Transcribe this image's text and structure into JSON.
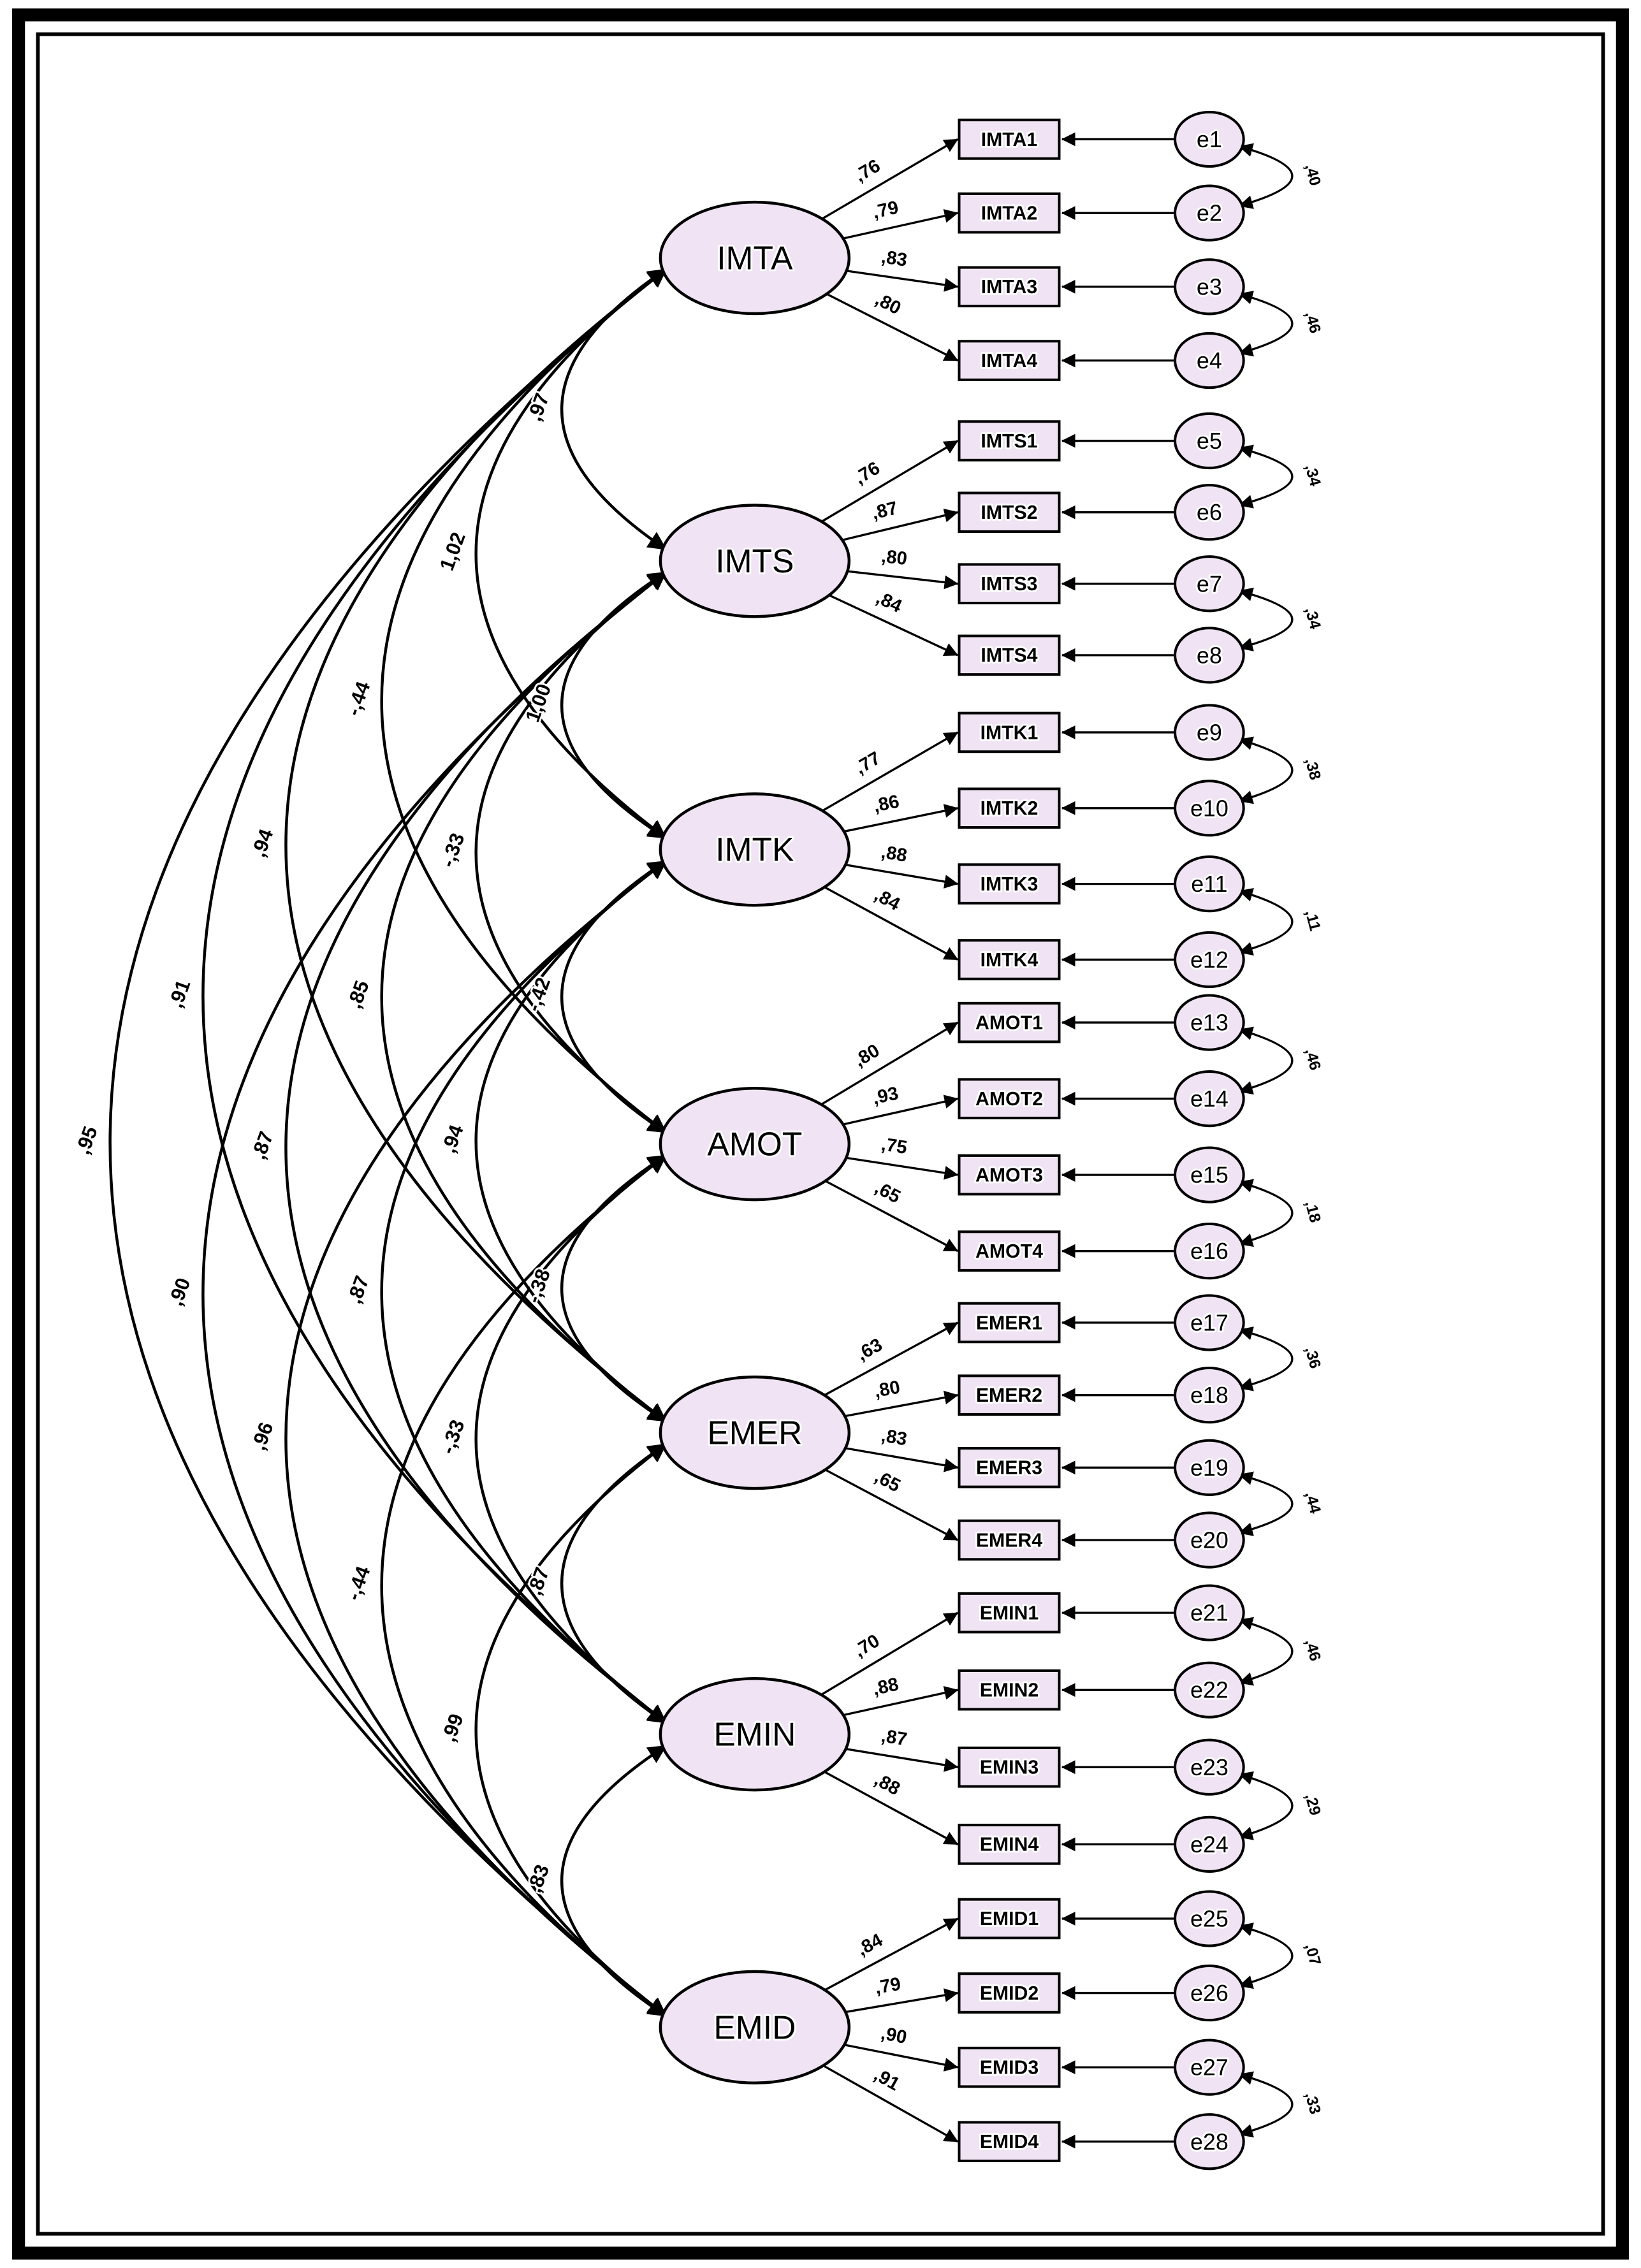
{
  "colors": {
    "node_fill": "#f0e4f4",
    "node_stroke": "#000000",
    "line": "#000000",
    "background": "#ffffff",
    "frame": "#000000"
  },
  "model": {
    "factors": [
      {
        "name": "IMTA",
        "indicators": [
          {
            "name": "IMTA1",
            "loading": ",76",
            "error": "e1"
          },
          {
            "name": "IMTA2",
            "loading": ",79",
            "error": "e2"
          },
          {
            "name": "IMTA3",
            "loading": ",83",
            "error": "e3"
          },
          {
            "name": "IMTA4",
            "loading": ",80",
            "error": "e4"
          }
        ]
      },
      {
        "name": "IMTS",
        "indicators": [
          {
            "name": "IMTS1",
            "loading": ",76",
            "error": "e5"
          },
          {
            "name": "IMTS2",
            "loading": ",87",
            "error": "e6"
          },
          {
            "name": "IMTS3",
            "loading": ",80",
            "error": "e7"
          },
          {
            "name": "IMTS4",
            "loading": ",84",
            "error": "e8"
          }
        ]
      },
      {
        "name": "IMTK",
        "indicators": [
          {
            "name": "IMTK1",
            "loading": ",77",
            "error": "e9"
          },
          {
            "name": "IMTK2",
            "loading": ",86",
            "error": "e10"
          },
          {
            "name": "IMTK3",
            "loading": ",88",
            "error": "e11"
          },
          {
            "name": "IMTK4",
            "loading": ",84",
            "error": "e12"
          }
        ]
      },
      {
        "name": "AMOT",
        "indicators": [
          {
            "name": "AMOT1",
            "loading": ",80",
            "error": "e13"
          },
          {
            "name": "AMOT2",
            "loading": ",93",
            "error": "e14"
          },
          {
            "name": "AMOT3",
            "loading": ",75",
            "error": "e15"
          },
          {
            "name": "AMOT4",
            "loading": ",65",
            "error": "e16"
          }
        ]
      },
      {
        "name": "EMER",
        "indicators": [
          {
            "name": "EMER1",
            "loading": ",63",
            "error": "e17"
          },
          {
            "name": "EMER2",
            "loading": ",80",
            "error": "e18"
          },
          {
            "name": "EMER3",
            "loading": ",83",
            "error": "e19"
          },
          {
            "name": "EMER4",
            "loading": ",65",
            "error": "e20"
          }
        ]
      },
      {
        "name": "EMIN",
        "indicators": [
          {
            "name": "EMIN1",
            "loading": ",70",
            "error": "e21"
          },
          {
            "name": "EMIN2",
            "loading": ",88",
            "error": "e22"
          },
          {
            "name": "EMIN3",
            "loading": ",87",
            "error": "e23"
          },
          {
            "name": "EMIN4",
            "loading": ",88",
            "error": "e24"
          }
        ]
      },
      {
        "name": "EMID",
        "indicators": [
          {
            "name": "EMID1",
            "loading": ",84",
            "error": "e25"
          },
          {
            "name": "EMID2",
            "loading": ",79",
            "error": "e26"
          },
          {
            "name": "EMID3",
            "loading": ",90",
            "error": "e27"
          },
          {
            "name": "EMID4",
            "loading": ",91",
            "error": "e28"
          }
        ]
      }
    ],
    "correlations": [
      {
        "a": "IMTA",
        "b": "IMTS",
        "value": ",97"
      },
      {
        "a": "IMTA",
        "b": "IMTK",
        "value": "1,02"
      },
      {
        "a": "IMTA",
        "b": "AMOT",
        "value": "-,44"
      },
      {
        "a": "IMTA",
        "b": "EMER",
        "value": ",94"
      },
      {
        "a": "IMTA",
        "b": "EMIN",
        "value": ",91"
      },
      {
        "a": "IMTA",
        "b": "EMID",
        "value": ",95"
      },
      {
        "a": "IMTS",
        "b": "IMTK",
        "value": "1,00"
      },
      {
        "a": "IMTS",
        "b": "AMOT",
        "value": "-,33"
      },
      {
        "a": "IMTS",
        "b": "EMER",
        "value": ",85"
      },
      {
        "a": "IMTS",
        "b": "EMIN",
        "value": ",87"
      },
      {
        "a": "IMTS",
        "b": "EMID",
        "value": ",90"
      },
      {
        "a": "IMTK",
        "b": "AMOT",
        "value": "-,42"
      },
      {
        "a": "IMTK",
        "b": "EMER",
        "value": ",94"
      },
      {
        "a": "IMTK",
        "b": "EMIN",
        "value": ",87"
      },
      {
        "a": "IMTK",
        "b": "EMID",
        "value": ",96"
      },
      {
        "a": "AMOT",
        "b": "EMER",
        "value": "-,38"
      },
      {
        "a": "AMOT",
        "b": "EMIN",
        "value": "-,33"
      },
      {
        "a": "AMOT",
        "b": "EMID",
        "value": "-,44"
      },
      {
        "a": "EMER",
        "b": "EMIN",
        "value": ",87"
      },
      {
        "a": "EMER",
        "b": "EMID",
        "value": ",99"
      },
      {
        "a": "EMIN",
        "b": "EMID",
        "value": ",83"
      }
    ],
    "error_covariances": [
      {
        "a": "e1",
        "b": "e2",
        "value": ",40"
      },
      {
        "a": "e3",
        "b": "e4",
        "value": ",46"
      },
      {
        "a": "e5",
        "b": "e6",
        "value": ",34"
      },
      {
        "a": "e7",
        "b": "e8",
        "value": ",34"
      },
      {
        "a": "e9",
        "b": "e10",
        "value": ",38"
      },
      {
        "a": "e11",
        "b": "e12",
        "value": ",11"
      },
      {
        "a": "e13",
        "b": "e14",
        "value": ",46"
      },
      {
        "a": "e15",
        "b": "e16",
        "value": ",18"
      },
      {
        "a": "e17",
        "b": "e18",
        "value": ",36"
      },
      {
        "a": "e19",
        "b": "e20",
        "value": ",44"
      },
      {
        "a": "e21",
        "b": "e22",
        "value": ",46"
      },
      {
        "a": "e23",
        "b": "e24",
        "value": ",29"
      },
      {
        "a": "e25",
        "b": "e26",
        "value": ",07"
      },
      {
        "a": "e27",
        "b": "e28",
        "value": ",33"
      }
    ]
  }
}
